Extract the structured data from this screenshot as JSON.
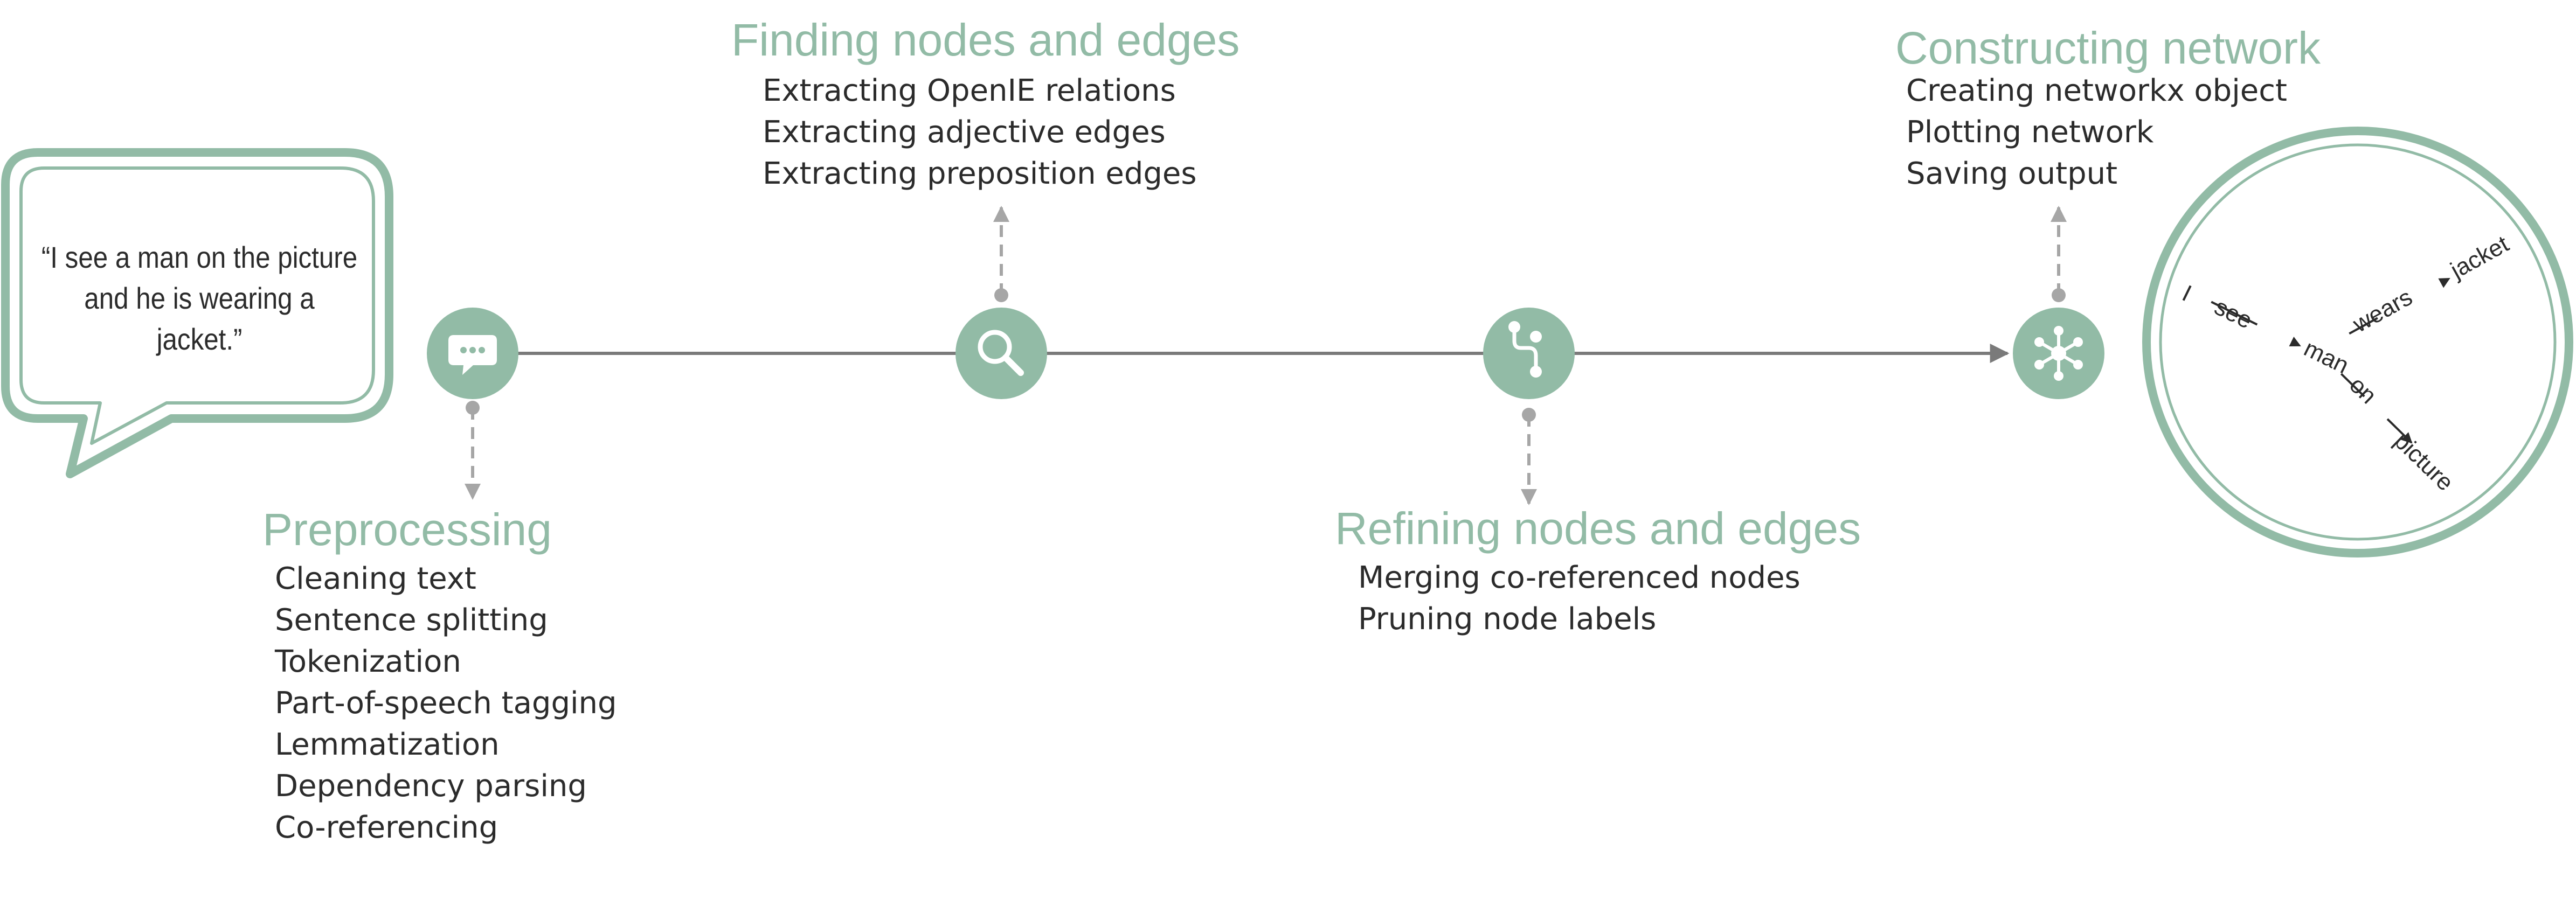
{
  "quote": {
    "text": "“I see a man on the picture\nand he is wearing a jacket.”"
  },
  "stages": [
    {
      "title": "Preprocessing",
      "icon": "chat-bubble-icon",
      "items": [
        "Cleaning text",
        "Sentence splitting",
        "Tokenization",
        "Part-of-speech tagging",
        "Lemmatization",
        "Dependency parsing",
        "Co-referencing"
      ]
    },
    {
      "title": "Finding nodes and edges",
      "icon": "magnifier-icon",
      "items": [
        "Extracting OpenIE relations",
        "Extracting adjective edges",
        "Extracting preposition edges"
      ]
    },
    {
      "title": "Refining nodes and edges",
      "icon": "git-branch-icon",
      "items": [
        "Merging co-referenced nodes",
        "Pruning node labels"
      ]
    },
    {
      "title": "Constructing network",
      "icon": "hub-network-icon",
      "items": [
        "Creating networkx object",
        "Plotting network",
        "Saving output"
      ]
    }
  ],
  "network": {
    "nodes": [
      "I",
      "man",
      "jacket",
      "picture"
    ],
    "edges": [
      {
        "from": "I",
        "to": "man",
        "label": "see"
      },
      {
        "from": "man",
        "to": "jacket",
        "label": "wears"
      },
      {
        "from": "man",
        "to": "picture",
        "label": "on"
      }
    ]
  },
  "colors": {
    "accent": "#92bba6",
    "line": "#7a7a7a",
    "dashed": "#a6a6a6",
    "text": "#2b2b2b"
  }
}
